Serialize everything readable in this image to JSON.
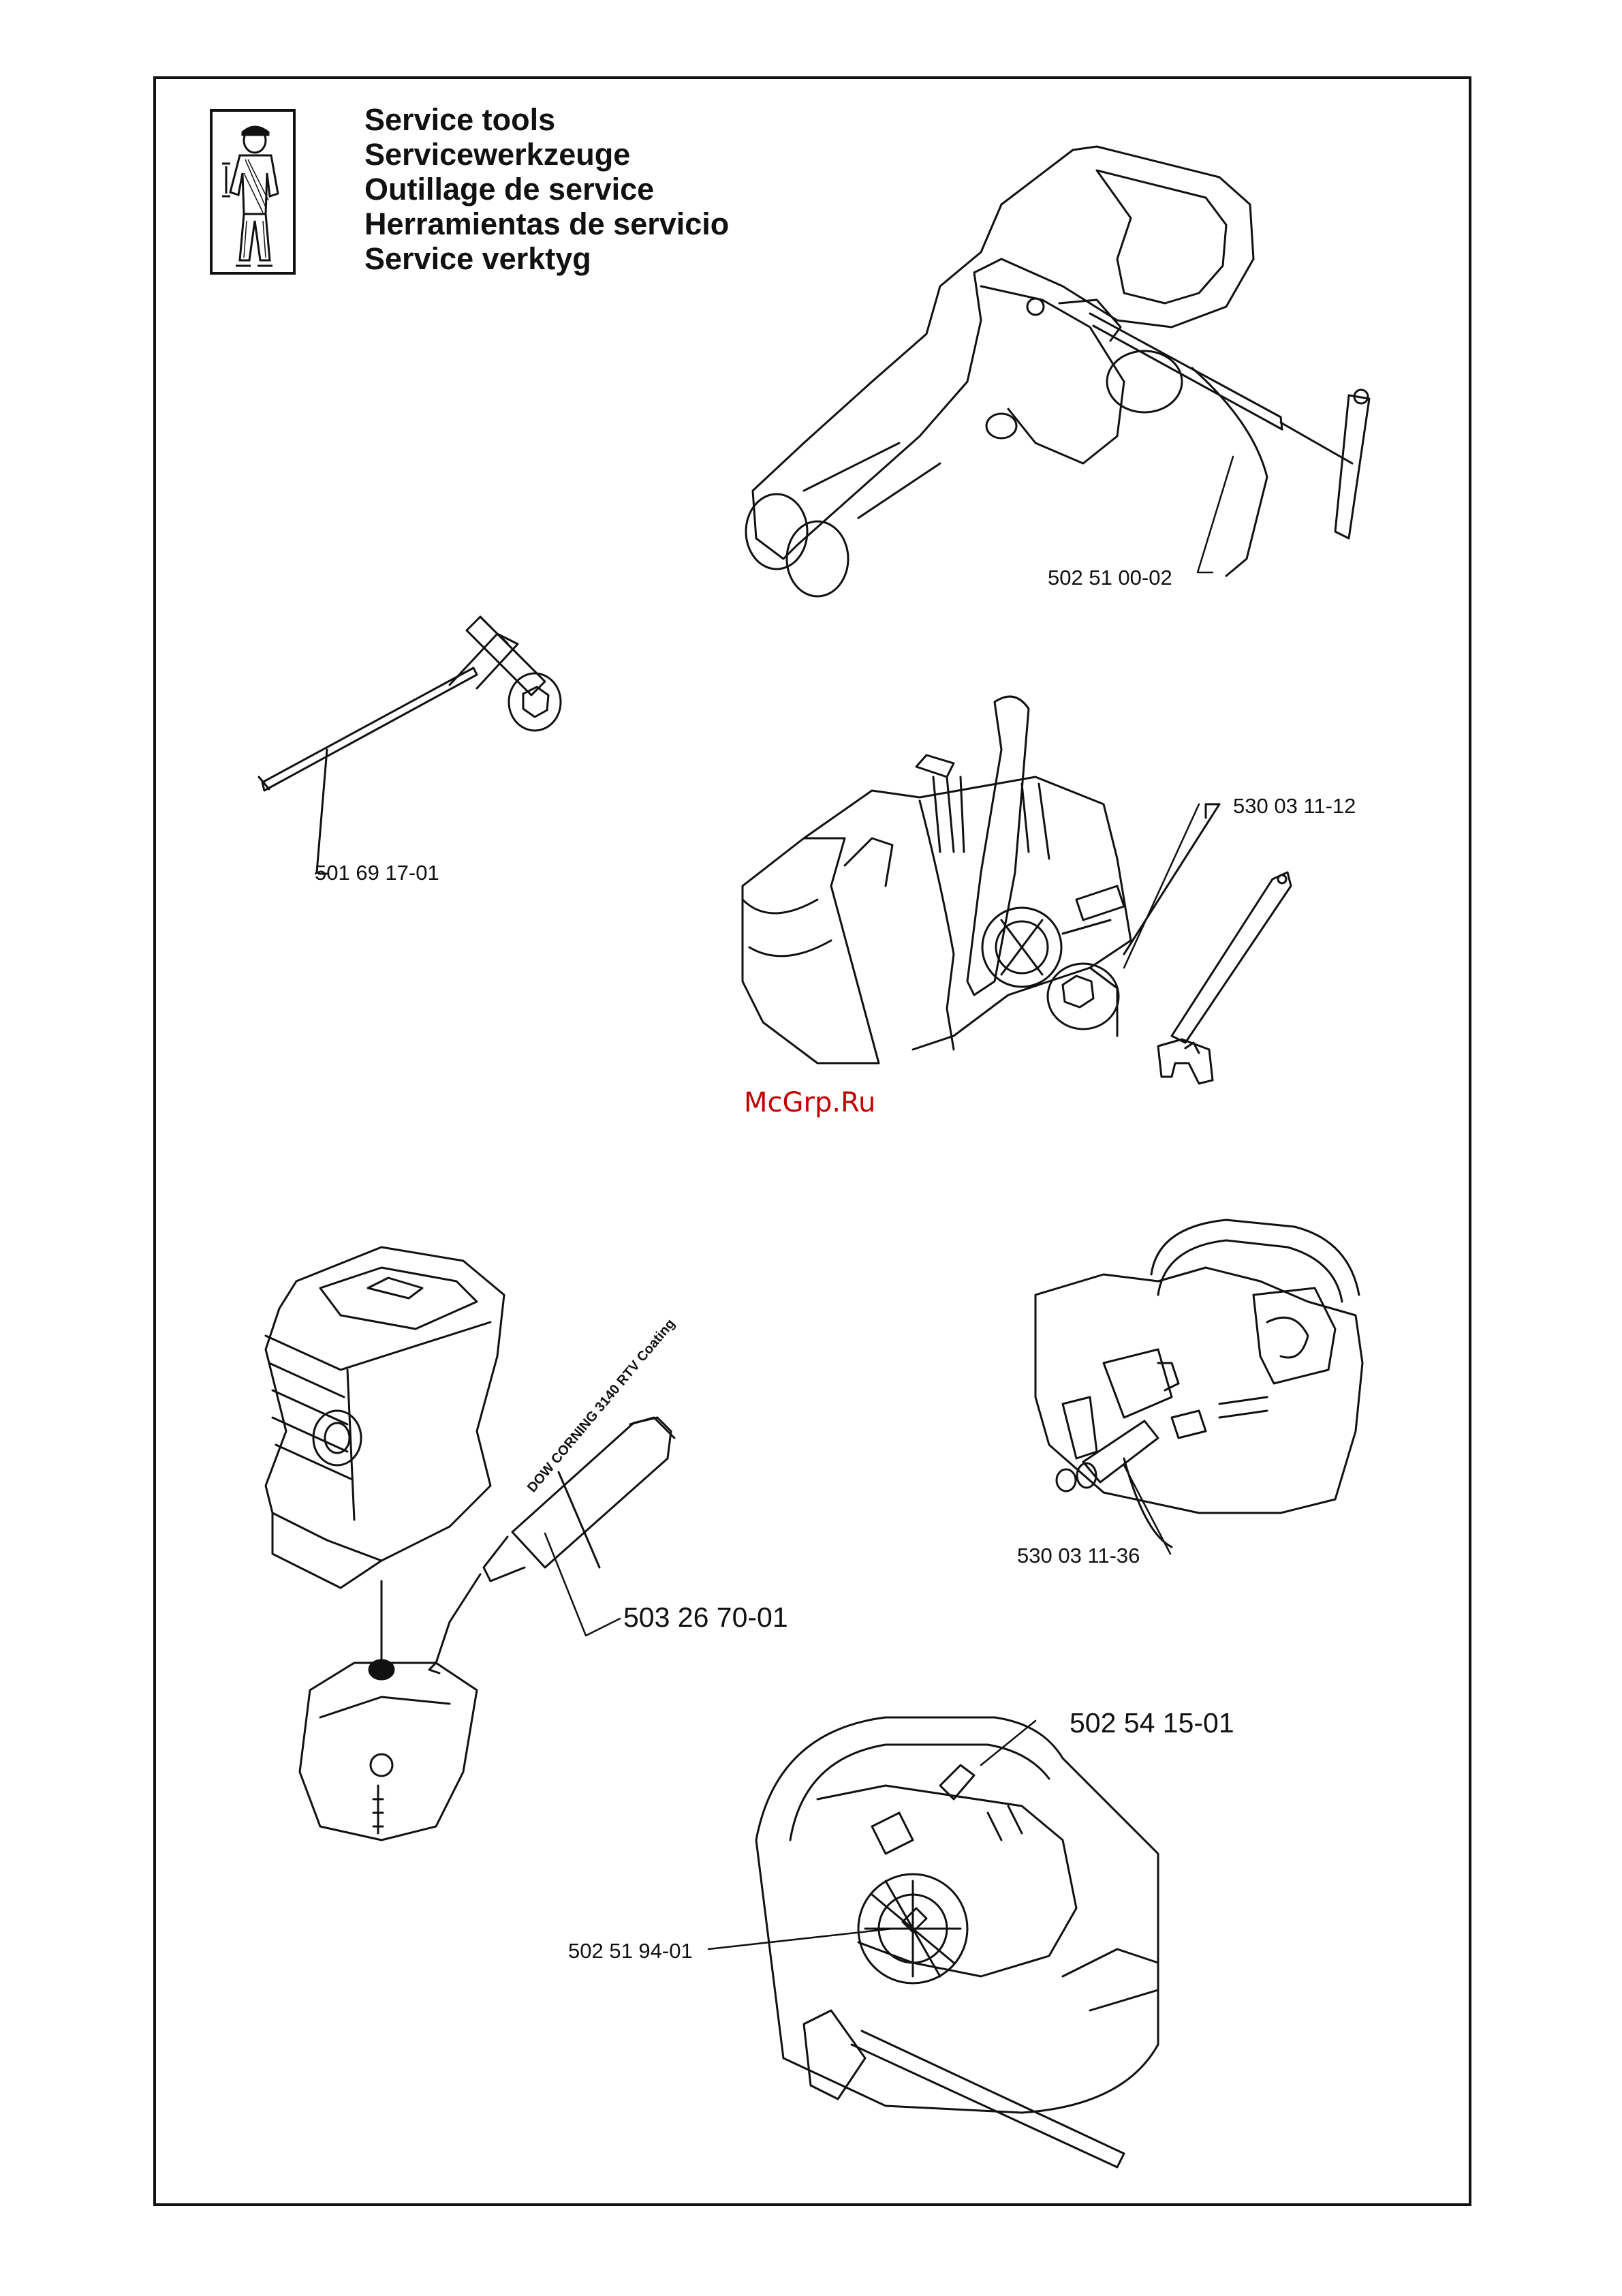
{
  "titles": [
    "Service tools",
    "Servicewerkzeuge",
    "Outillage de service",
    "Herramientas de servicio",
    "Service verktyg"
  ],
  "parts": {
    "handle_tool": "502 51 00-02",
    "spark_wrench": "501 69 17-01",
    "clutch_tool": "530 03 11-12",
    "sealant": "503 26 70-01",
    "sealant_tube_text": "DOW CORNING 3140 RTV Coating",
    "piston_stop": "530 03 11-36",
    "tool_top": "502 54 15-01",
    "flywheel_puller": "502 51 94-01"
  },
  "watermark": "McGrp.Ru",
  "icons": {
    "mechanic": "mechanic-with-wrench-icon"
  }
}
